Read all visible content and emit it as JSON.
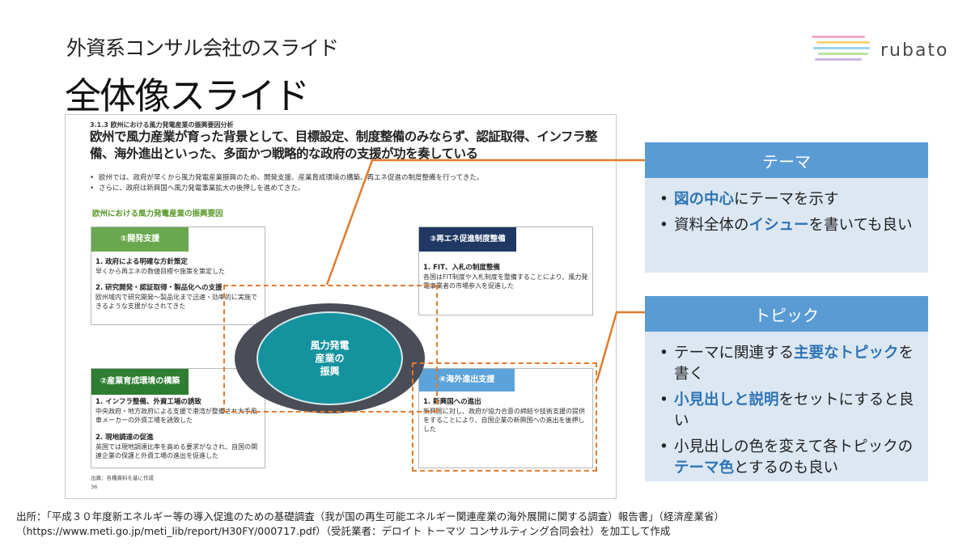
{
  "header": {
    "subtitle": "外資系コンサル会社のスライド",
    "title": "全体像スライド"
  },
  "logo": {
    "text": "rubato",
    "line_colors": [
      "#f4a7c4",
      "#f8d57e",
      "#9ed3e8",
      "#b7e3a4",
      "#c9b6e4"
    ]
  },
  "doc": {
    "section": "3.1.3 欧州における風力発電産業の振興要因分析",
    "headline": "欧州で風力産業が育った背景として、目標設定、制度整備のみならず、認証取得、インフラ整備、海外進出といった、多面かつ戦略的な政府の支援が功を奏している",
    "bullets": [
      "欧州では、政府が早くから風力発電産業振興のため、開発支援、産業育成環境の構築、再エネ促進の制度整備を行ってきた。",
      "さらに、政府は新興国へ風力発電事業拡大の後押しを進めてきた。"
    ],
    "factor_heading": "欧州における風力発電産業の振興要因",
    "center": "風力発電\n産業の\n振興",
    "boxes": {
      "dev": {
        "tag": "①開発支援",
        "items": [
          {
            "title": "1. 政府による明確な方針策定",
            "text": "早くから再エネの数値目標や施策を策定した"
          },
          {
            "title": "2. 研究開発・認証取得・製品化への支援",
            "text": "欧州域内で研究開発～製品化まで迅速・効率的に実施できるような支援がなされてきた"
          }
        ]
      },
      "env": {
        "tag": "②産業育成環境の構築",
        "items": [
          {
            "title": "1. インフラ整備、外資工場の誘致",
            "text": "中央政府・地方政府による支援で港湾が整備され大手風車メーカーの外資工場を誘致した"
          },
          {
            "title": "2. 現地調達の促進",
            "text": "英国では現地調達比率を高める要求がなされ、自国の関連企業の保護と外資工場の進出を促進した"
          }
        ]
      },
      "policy": {
        "tag": "③再エネ促進制度整備",
        "items": [
          {
            "title": "1. FIT、入札の制度整備",
            "text": "各国はFIT制度や入札制度を整備することにより、風力発電事業者の市場参入を促進した"
          }
        ]
      },
      "overseas": {
        "tag": "④海外進出支援",
        "items": [
          {
            "title": "1. 新興国への進出",
            "text": "新興国に対し、政府が協力合意の締結や技術支援の提供をすることにより、自国企業の新興国への進出を後押しした"
          }
        ]
      }
    },
    "source": "出典：各種資料を基に作成",
    "page": "36"
  },
  "cards": {
    "theme": {
      "heading": "テーマ",
      "items": [
        [
          {
            "t": "図の中心",
            "hl": true
          },
          {
            "t": "にテーマを示す",
            "hl": false
          }
        ],
        [
          {
            "t": "資料全体の",
            "hl": false
          },
          {
            "t": "イシュー",
            "hl": true
          },
          {
            "t": "を書いても良い",
            "hl": false
          }
        ]
      ]
    },
    "topic": {
      "heading": "トピック",
      "items": [
        [
          {
            "t": "テーマに関連する",
            "hl": false
          },
          {
            "t": "主要なトピック",
            "hl": true
          },
          {
            "t": "を書く",
            "hl": false
          }
        ],
        [
          {
            "t": "小見出しと説明",
            "hl": true
          },
          {
            "t": "をセットにすると良い",
            "hl": false
          }
        ],
        [
          {
            "t": "小見出しの色を変えて各トピックの",
            "hl": false
          },
          {
            "t": "テーマ色",
            "hl": true
          },
          {
            "t": "とするのも良い",
            "hl": false
          }
        ]
      ]
    }
  },
  "footer": {
    "line1": "出所：「平成３０年度新エネルギー等の導入促進のための基礎調査（我が国の再生可能エネルギー関連産業の海外展開に関する調査）報告書」（経済産業省）",
    "line2": "（https://www.meti.go.jp/meti_lib/report/H30FY/000717.pdf）（受託業者：デロイト トーマツ コンサルティング合同会社）を加工して作成"
  },
  "colors": {
    "accent_orange": "#e07b2e",
    "card_head": "#5b9bd5",
    "card_body": "#dce7f2",
    "highlight": "#2e74b5",
    "center_teal": "#14939f"
  }
}
